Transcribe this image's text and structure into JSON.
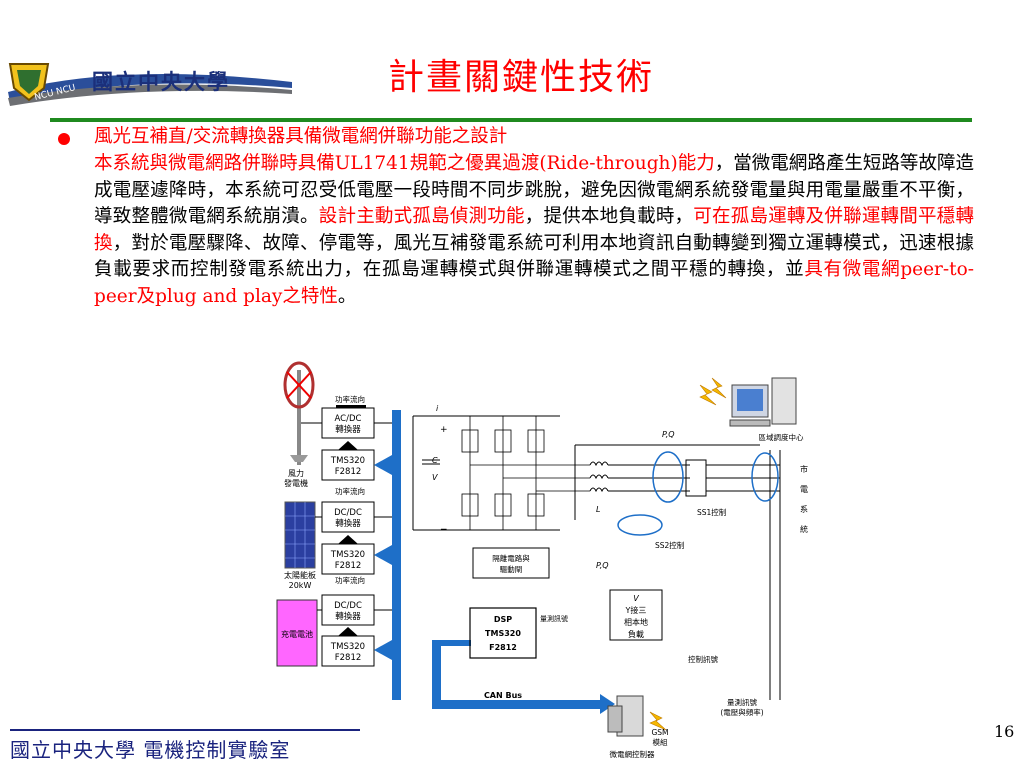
{
  "header": {
    "logo_text": "國立中央大學",
    "logo_sub": "NCU NCU",
    "title": "計畫關鍵性技術"
  },
  "body": {
    "line1": "風光互補直/交流轉換器具備微電網併聯功能之設計",
    "para_parts": {
      "p1_red": "本系統與微電網路併聯時具備UL1741規範之優異過渡(Ride-through)能力",
      "p1_black": "，當微電網路產生短路等故障造成電壓遽降時，本系統可忍受低電壓一段時間不同步跳脫，避免因微電網系統發電量與用電量嚴重不平衡，導致整體微電網系統崩潰。",
      "p2_red": "設計主動式孤島偵測功能",
      "p2_black": "，提供本地負載時，",
      "p3_red": "可在孤島運轉及併聯運轉間平穩轉換",
      "p3_black": "，對於電壓驟降、故障、停電等，風光互補發電系統可利用本地資訊自動轉變到獨立運轉模式，迅速根據負載要求而控制發電系統出力，在孤島運轉模式與併聯運轉模式之間平穩的轉換，並",
      "p4_red": "具有微電網peer-to-peer及plug and play之特性",
      "p4_black": "。"
    }
  },
  "diagram": {
    "power_flow": "功率流向",
    "acdc": "AC/DC",
    "converter": "轉換器",
    "tms": "TMS320",
    "f2812": "F2812",
    "wind": "風力",
    "wind2": "發電機",
    "dcdc": "DC/DC",
    "solar": "太陽能板",
    "solar_kw": "20kW",
    "battery": "充電電池",
    "idc": "i",
    "cdc": "C",
    "vdc": "V",
    "lp": "L",
    "pq": "P,Q",
    "regional": "區域調度中心",
    "market": [
      "市",
      "電",
      "系",
      "統"
    ],
    "ss1": "SS1控制",
    "ss2": "SS2控制",
    "isolation": "隔離電路與",
    "drive": "驅動閘",
    "dsp": "DSP",
    "measure": "量測訊號",
    "control": "控制訊號",
    "vuv": "V",
    "y_three": "Y接三",
    "phase_load": "相本地",
    "load": "負載",
    "can_bus": "CAN Bus",
    "measure2": "量測訊號",
    "measure2b": "(電壓與頻率)",
    "gsm": "GSM",
    "module": "模組",
    "microgrid_ctrl": "微電網控制器",
    "plus": "+",
    "minus": "−"
  },
  "footer": {
    "lab": "國立中央大學 電機控制實驗室",
    "page": "16"
  },
  "colors": {
    "title_red": "#ff0000",
    "rule_green": "#1f8a1f",
    "bus_blue": "#1e6fc8",
    "battery_magenta": "#ff66ff",
    "footer_navy": "#1a237e"
  }
}
